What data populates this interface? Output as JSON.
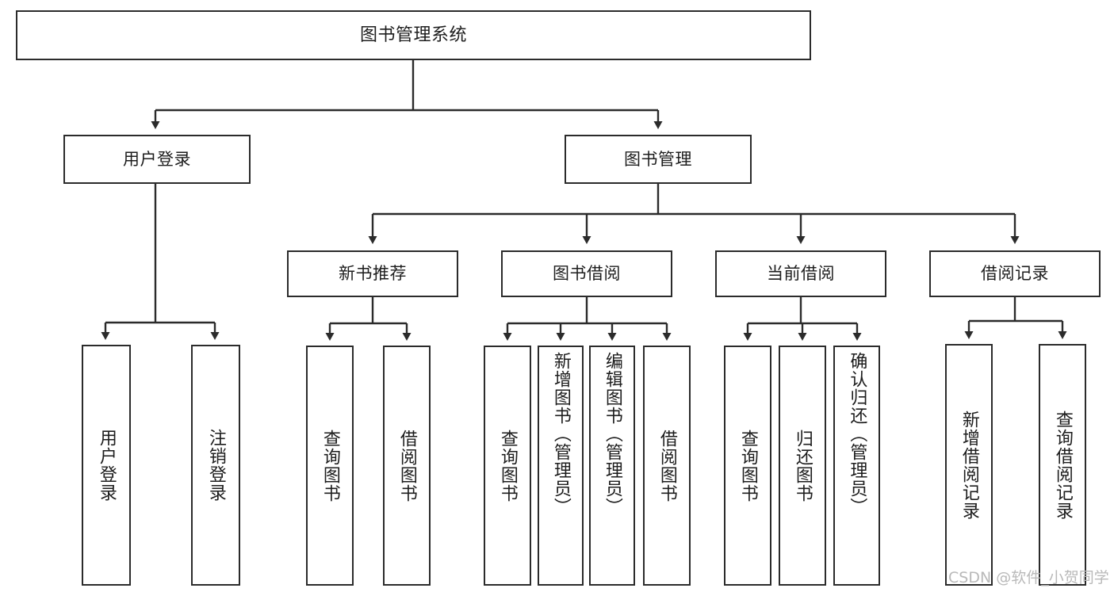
{
  "diagram": {
    "title": "图书管理系统",
    "type": "tree",
    "orientation": "top-down",
    "watermark": "CSDN @软件_小贺同学",
    "colors": {
      "background": "#ffffff",
      "node_border": "#2b2b2b",
      "node_fill": "#ffffff",
      "edge": "#2b2b2b",
      "text": "#1d1d1d",
      "watermark": "#b9b9b9"
    },
    "nodes": {
      "root": {
        "label": "图书管理系统"
      },
      "level2": [
        {
          "id": "user-login",
          "label": "用户登录"
        },
        {
          "id": "book-manage",
          "label": "图书管理"
        }
      ],
      "level3": [
        {
          "id": "new-book-recommend",
          "label": "新书推荐"
        },
        {
          "id": "book-borrow",
          "label": "图书借阅"
        },
        {
          "id": "current-borrow",
          "label": "当前借阅"
        },
        {
          "id": "borrow-record",
          "label": "借阅记录"
        }
      ],
      "leaves": {
        "user_login": [
          {
            "id": "leaf-user-login",
            "label": "用户登录"
          },
          {
            "id": "leaf-logout",
            "label": "注销登录"
          }
        ],
        "new_book_recommend": [
          {
            "id": "leaf-query-book-1",
            "label": "查询图书"
          },
          {
            "id": "leaf-borrow-book-1",
            "label": "借阅图书"
          }
        ],
        "book_borrow": [
          {
            "id": "leaf-query-book-2",
            "label": "查询图书"
          },
          {
            "id": "leaf-add-book",
            "label": "新增图书（管理员）"
          },
          {
            "id": "leaf-edit-book",
            "label": "编辑图书（管理员）"
          },
          {
            "id": "leaf-borrow-book-2",
            "label": "借阅图书"
          }
        ],
        "current_borrow": [
          {
            "id": "leaf-query-book-3",
            "label": "查询图书"
          },
          {
            "id": "leaf-return-book",
            "label": "归还图书"
          },
          {
            "id": "leaf-confirm-return",
            "label": "确认归还（管理员）"
          }
        ],
        "borrow_record": [
          {
            "id": "leaf-add-record",
            "label": "新增借阅记录"
          },
          {
            "id": "leaf-query-record",
            "label": "查询借阅记录"
          }
        ]
      }
    }
  }
}
